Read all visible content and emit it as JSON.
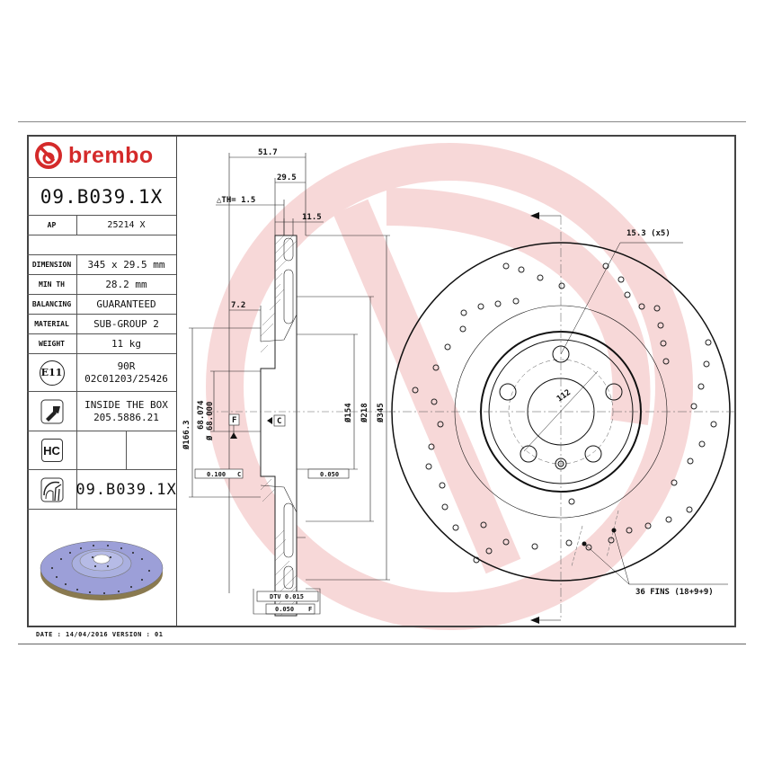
{
  "brand": {
    "name": "brembo",
    "color": "#d42a2a"
  },
  "part_number": "09.B039.1X",
  "spec_table": [
    {
      "label": "AP",
      "value": "25214 X"
    },
    {
      "label": "",
      "value": ""
    },
    {
      "label": "DIMENSION",
      "value": "345 x 29.5 mm"
    },
    {
      "label": "MIN TH",
      "value": "28.2 mm"
    },
    {
      "label": "BALANCING",
      "value": "GUARANTEED"
    },
    {
      "label": "MATERIAL",
      "value": "SUB-GROUP 2"
    },
    {
      "label": "WEIGHT",
      "value": "11 kg"
    }
  ],
  "approval": {
    "badge": "E11",
    "line1": "90R",
    "line2": "02C01203/25426"
  },
  "screw": {
    "line1": "INSIDE THE BOX",
    "line2": "205.5886.21"
  },
  "hc_badge": "HC",
  "disc_part_number": "09.B039.1X",
  "footer": {
    "date_text": "DATE : 14/04/2016 VERSION : 01"
  },
  "dimensions": {
    "overall_height": "51.7",
    "thickness": "29.5",
    "delta_th": "△TH= 1.5",
    "fin_width": "11.5",
    "hat_offset": "7.2",
    "d_166": "Ø166.3",
    "d_68a": "68.074",
    "d_68b": "Ø 68.000",
    "d_154": "Ø154",
    "d_218": "Ø218",
    "d_345": "Ø345",
    "datum_f": "F",
    "datum_c": "C",
    "parallelism": "0.100",
    "parallelism_ref": "C",
    "flatness": "0.050",
    "dtv": "DTV 0.015",
    "runout": "0.050",
    "runout_ref": "F",
    "bolt_circle": "112",
    "holes": "15.3 (x5)",
    "fins": "36 FINS (18+9+9)"
  }
}
